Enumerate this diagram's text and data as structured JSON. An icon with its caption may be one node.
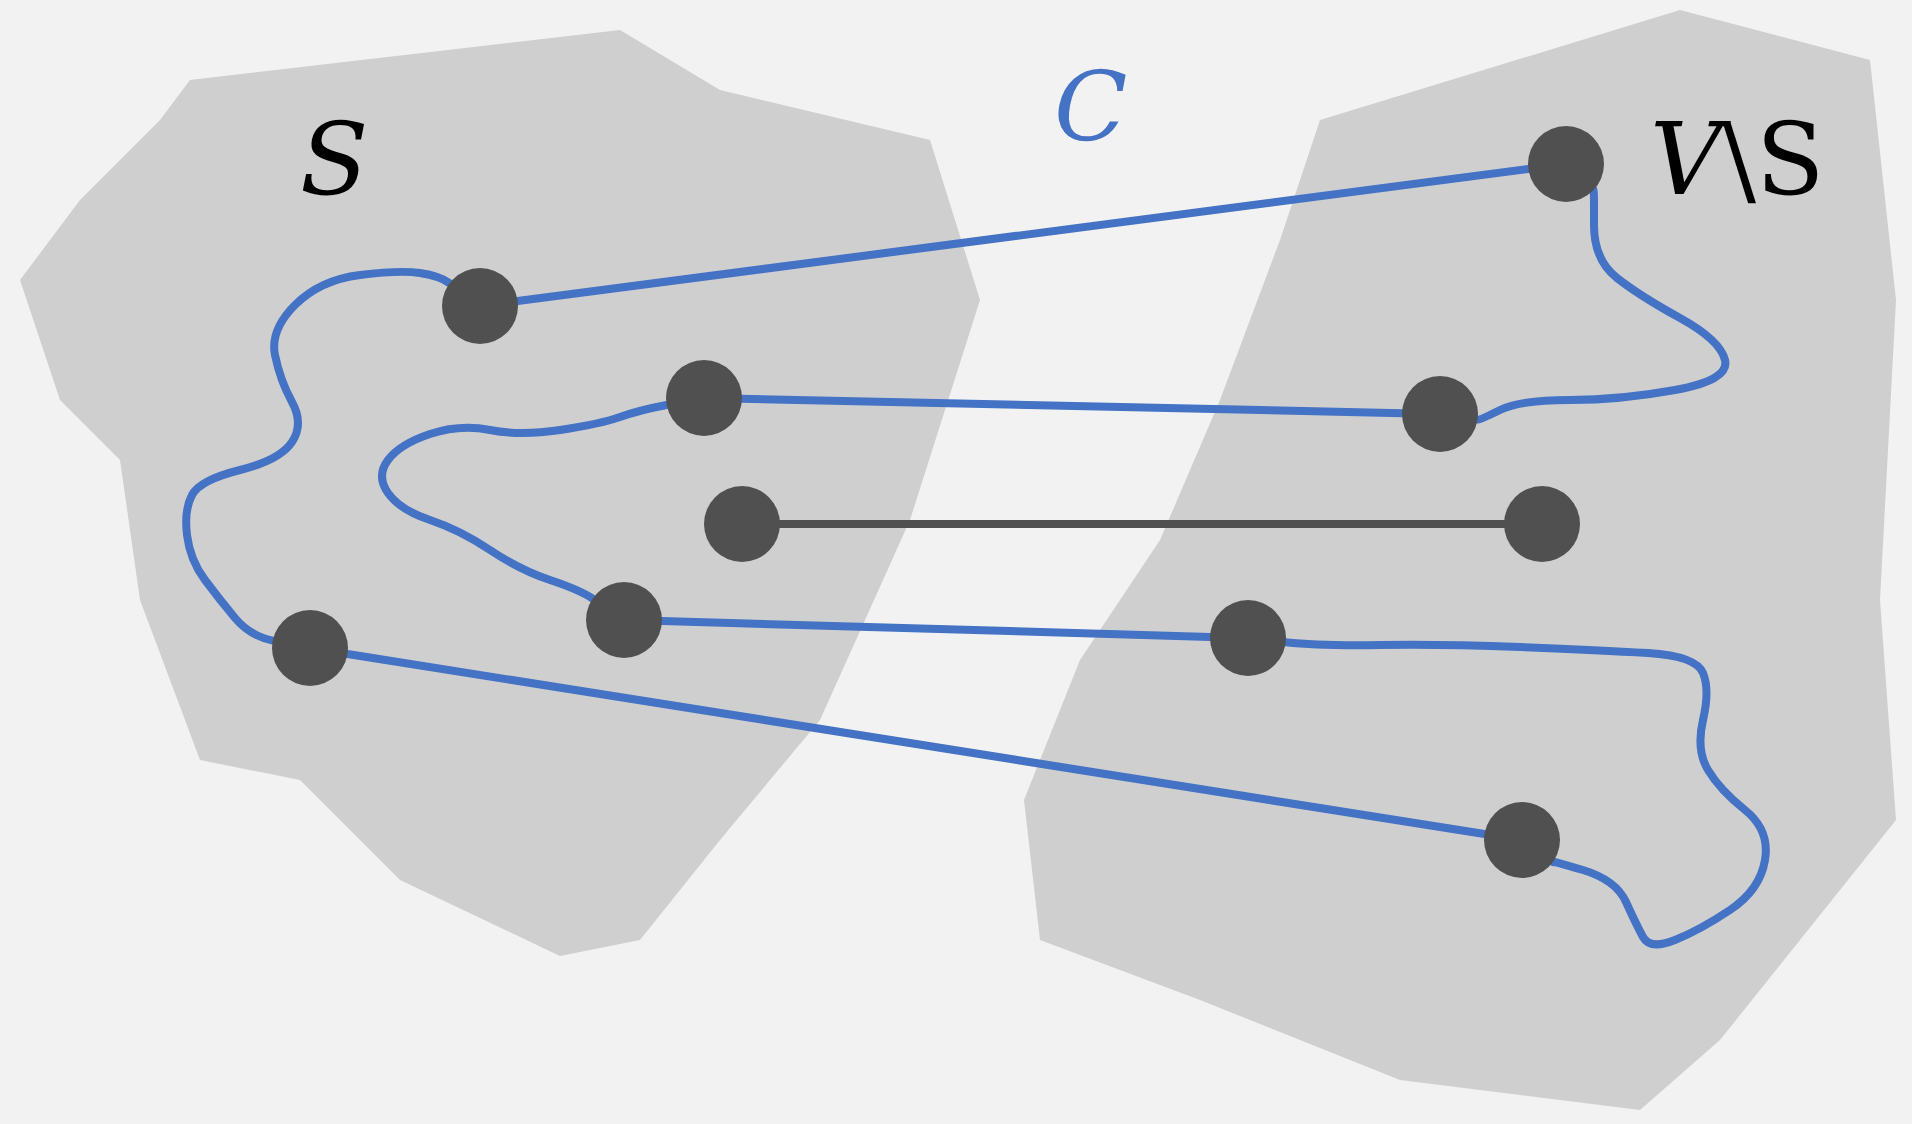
{
  "diagram": {
    "nodes": [
      {
        "text": [
          "S"
        ]
      },
      {
        "text": [],
        "shape": "circle",
        "in": 0
      },
      {
        "text": [],
        "shape": "circle",
        "in": 0
      },
      {
        "text": [],
        "shape": "circle",
        "in": 0
      },
      {
        "text": [],
        "shape": "circle",
        "in": 0
      },
      {
        "text": [],
        "shape": "circle",
        "in": 0
      },
      {
        "text": [
          "*V*\\S"
        ]
      },
      {
        "text": [],
        "shape": "circle",
        "in": 6
      },
      {
        "text": [],
        "shape": "circle",
        "in": 6
      },
      {
        "text": [],
        "shape": "circle",
        "in": 6
      },
      {
        "text": [],
        "shape": "circle",
        "in": 6
      },
      {
        "text": [],
        "shape": "circle",
        "in": 6
      }
    ],
    "edges": [
      {
        "from": 1,
        "to": 7,
        "arrow": "none"
      },
      {
        "from": 7,
        "to": 8,
        "arrow": "none"
      },
      {
        "from": 8,
        "to": 2,
        "arrow": "none"
      },
      {
        "from": 2,
        "to": 4,
        "arrow": "none"
      },
      {
        "from": 4,
        "to": 10,
        "arrow": "none"
      },
      {
        "from": 10,
        "to": 11,
        "arrow": "none"
      },
      {
        "from": 11,
        "to": 5,
        "arrow": "none"
      },
      {
        "from": 5,
        "to": 1,
        "arrow": "none"
      },
      {
        "from": 3,
        "to": 9,
        "arrow": "none",
        "color": "#505050"
      }
    ],
    "labels": [
      "C"
    ]
  }
}
